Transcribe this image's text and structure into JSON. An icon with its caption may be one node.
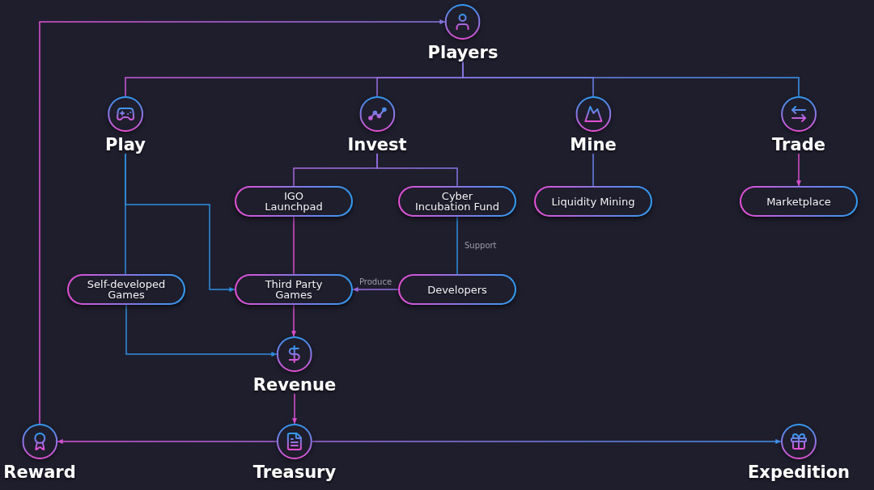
{
  "diagram": {
    "nodes": [
      {
        "text": [
          "Players"
        ]
      },
      {
        "text": [
          "Play"
        ]
      },
      {
        "text": [
          "Invest"
        ]
      },
      {
        "text": [
          "Mine"
        ]
      },
      {
        "text": [
          "Trade"
        ]
      },
      {
        "text": [
          "IGO Launchpad"
        ]
      },
      {
        "text": [
          "Cyber Incubation Fund"
        ]
      },
      {
        "text": [
          "Liquidity Mining"
        ]
      },
      {
        "text": [
          "Marketplace"
        ]
      },
      {
        "text": [
          "Self-developed Games"
        ]
      },
      {
        "text": [
          "Third Party Games"
        ]
      },
      {
        "text": [
          "Developers"
        ]
      },
      {
        "text": [
          "Revenue"
        ]
      },
      {
        "text": [
          "Reward"
        ]
      },
      {
        "text": [
          "Treasury"
        ]
      },
      {
        "text": [
          "Expedition"
        ]
      }
    ],
    "edges": [
      {
        "from": 0,
        "to": 1,
        "arrow": "none"
      },
      {
        "from": 0,
        "to": 2,
        "arrow": "none"
      },
      {
        "from": 0,
        "to": 3,
        "arrow": "none"
      },
      {
        "from": 0,
        "to": 4,
        "arrow": "none"
      },
      {
        "from": 2,
        "to": 5,
        "arrow": "none"
      },
      {
        "from": 2,
        "to": 6,
        "arrow": "none"
      },
      {
        "from": 3,
        "to": 7,
        "arrow": "none"
      },
      {
        "from": 4,
        "to": 8,
        "arrow": "to",
        "color": "#d94fcf"
      },
      {
        "from": 1,
        "to": 9,
        "arrow": "none",
        "color": "#2f8fe0"
      },
      {
        "from": 1,
        "to": 10,
        "arrow": "to",
        "color": "#2f8fe0"
      },
      {
        "from": 5,
        "to": 10,
        "arrow": "none",
        "color": "#d94fcf"
      },
      {
        "from": 6,
        "to": 11,
        "arrow": "none",
        "label": "Support",
        "color": "#2f8fe0"
      },
      {
        "from": 11,
        "to": 10,
        "arrow": "to",
        "label": "Produce"
      },
      {
        "from": 10,
        "to": 12,
        "arrow": "to",
        "color": "#d94fcf"
      },
      {
        "from": 9,
        "to": 12,
        "arrow": "to",
        "color": "#2f8fe0"
      },
      {
        "from": 12,
        "to": 14,
        "arrow": "to",
        "color": "#d94fcf"
      },
      {
        "from": 14,
        "to": 13,
        "arrow": "to"
      },
      {
        "from": 14,
        "to": 15,
        "arrow": "to"
      },
      {
        "from": 13,
        "to": 0,
        "arrow": "to"
      }
    ]
  }
}
